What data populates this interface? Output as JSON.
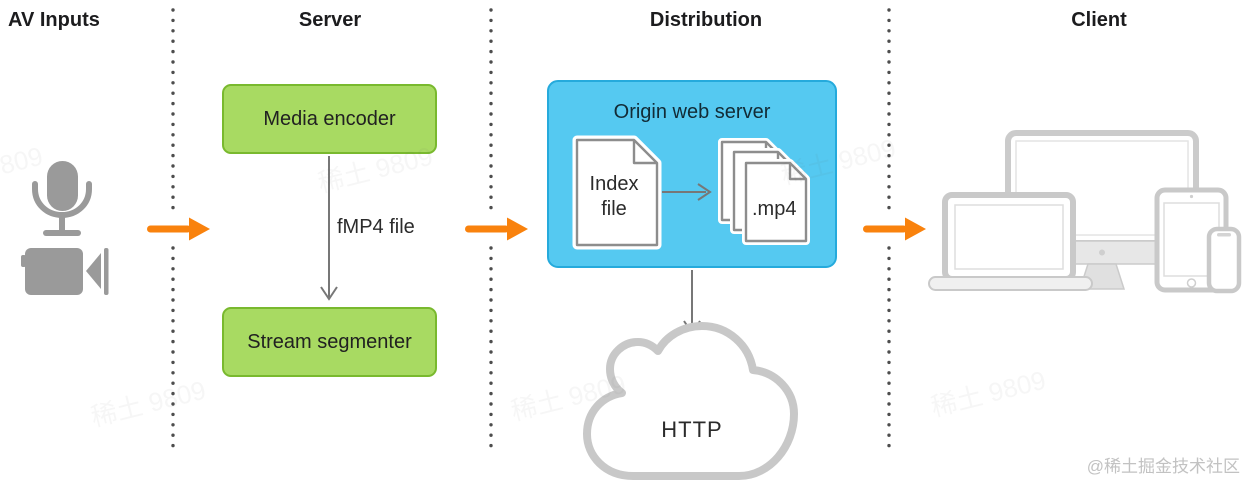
{
  "sections": [
    {
      "label": "AV Inputs"
    },
    {
      "label": "Server"
    },
    {
      "label": "Distribution"
    },
    {
      "label": "Client"
    }
  ],
  "av_inputs": {
    "icons": [
      "microphone-icon",
      "video-camera-icon"
    ]
  },
  "server": {
    "encoder_box": "Media encoder",
    "arrow_label": "fMP4 file",
    "segmenter_box": "Stream segmenter"
  },
  "distribution": {
    "box_title": "Origin web server",
    "index_doc": "Index file",
    "media_doc": ".mp4",
    "cloud_label": "HTTP"
  },
  "client": {
    "icons": [
      "desktop-monitor-icon",
      "laptop-icon",
      "tablet-icon",
      "smartphone-icon"
    ]
  },
  "watermark": {
    "tile": "稀土 9809",
    "credit": "@稀土掘金技术社区"
  },
  "colors": {
    "accent_orange": "#f9820d",
    "box_green_fill": "#a8da62",
    "box_green_border": "#79b92e",
    "box_blue_fill": "#55c9f1",
    "box_blue_border": "#25aadc",
    "icon_gray": "#9a9a9a",
    "device_gray": "#c9c9c9",
    "cloud_gray": "#c8c8c8",
    "divider_dot": "#4d4d4d",
    "text_dark": "#1c1c1e"
  }
}
